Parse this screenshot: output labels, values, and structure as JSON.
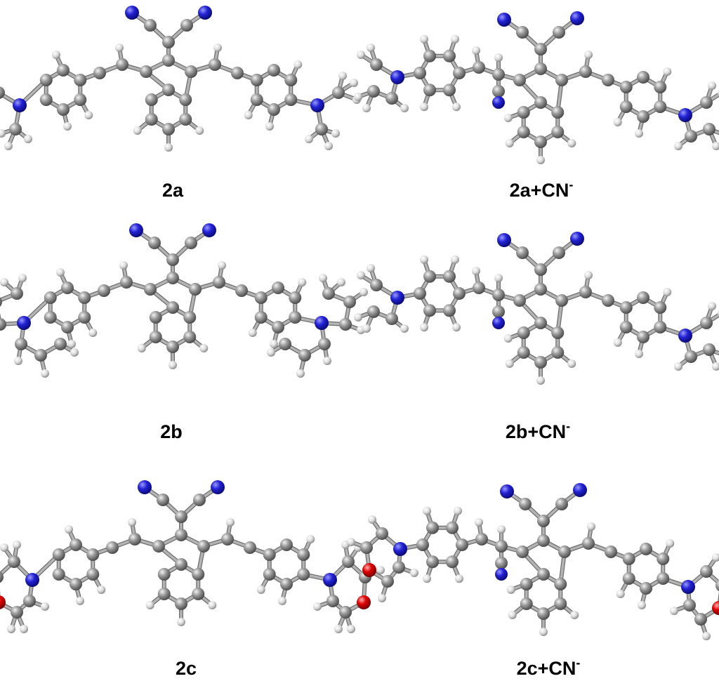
{
  "panels": [
    {
      "id": "2a",
      "label": "2a",
      "complex": false,
      "terminal": "dimethylamino"
    },
    {
      "id": "2a-cn",
      "label": "2a+CN",
      "charge": "-",
      "complex": true,
      "terminal": "dimethylamino"
    },
    {
      "id": "2b",
      "label": "2b",
      "complex": false,
      "terminal": "julolidine"
    },
    {
      "id": "2b-cn",
      "label": "2b+CN",
      "charge": "-",
      "complex": true,
      "terminal": "julolidine"
    },
    {
      "id": "2c",
      "label": "2c",
      "complex": false,
      "terminal": "morpholine"
    },
    {
      "id": "2c-cn",
      "label": "2c+CN",
      "charge": "-",
      "complex": true,
      "terminal": "morpholine"
    }
  ],
  "colors": {
    "carbon": "#8c8c8c",
    "hydrogen": "#dcdcdc",
    "nitrogen": "#1a1acd",
    "oxygen": "#d40000",
    "bond": "#b4b4b4",
    "label": "#000000"
  }
}
